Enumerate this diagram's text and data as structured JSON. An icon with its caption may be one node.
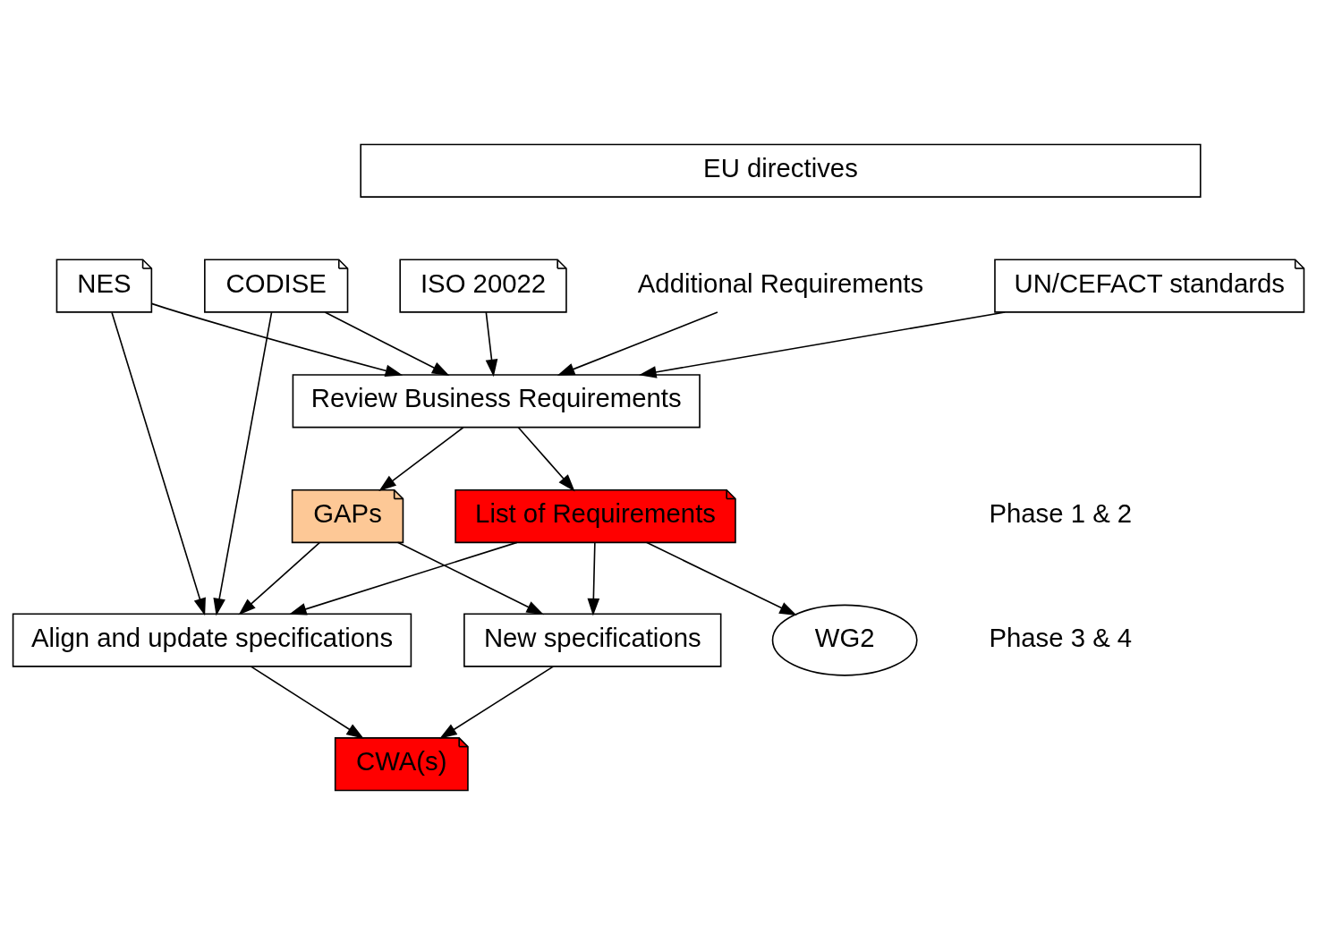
{
  "diagram": {
    "nodes": [
      {
        "text": [
          "EU directives"
        ]
      },
      {
        "text": [
          "Additional Requirements"
        ]
      },
      {
        "text": [
          "CODISE"
        ]
      },
      {
        "text": [
          "Review Business Requirements"
        ]
      },
      {
        "text": [
          "UN/CEFACT standards"
        ]
      },
      {
        "text": [
          "NES"
        ]
      },
      {
        "text": [
          "ISO 20022"
        ]
      },
      {
        "text": [
          "GAPs"
        ]
      },
      {
        "text": [
          "List of Requirements"
        ]
      },
      {
        "text": [
          "WG2"
        ]
      },
      {
        "text": [
          "New specifications"
        ]
      },
      {
        "text": [
          "Align and update specifications"
        ]
      },
      {
        "text": [
          "CWA(s)"
        ]
      }
    ],
    "edges": [
      {
        "from": 1,
        "to": 3,
        "arrow": "to"
      },
      {
        "from": 2,
        "to": 3,
        "arrow": "to"
      },
      {
        "from": 5,
        "to": 3,
        "arrow": "to"
      },
      {
        "from": 4,
        "to": 3,
        "arrow": "to"
      },
      {
        "from": 6,
        "to": 3,
        "arrow": "to"
      },
      {
        "from": 3,
        "to": 7,
        "arrow": "to"
      },
      {
        "from": 3,
        "to": 8,
        "arrow": "to"
      },
      {
        "from": 2,
        "to": 11,
        "arrow": "to"
      },
      {
        "from": 5,
        "to": 11,
        "arrow": "to"
      },
      {
        "from": 7,
        "to": 11,
        "arrow": "to"
      },
      {
        "from": 8,
        "to": 11,
        "arrow": "to"
      },
      {
        "from": 7,
        "to": 10,
        "arrow": "to"
      },
      {
        "from": 8,
        "to": 10,
        "arrow": "to"
      },
      {
        "from": 8,
        "to": 9,
        "arrow": "to"
      },
      {
        "from": 11,
        "to": 12,
        "arrow": "to"
      },
      {
        "from": 10,
        "to": 12,
        "arrow": "to"
      }
    ],
    "labels": [
      "Phase 1 & 2",
      "Phase 3 & 4"
    ]
  }
}
